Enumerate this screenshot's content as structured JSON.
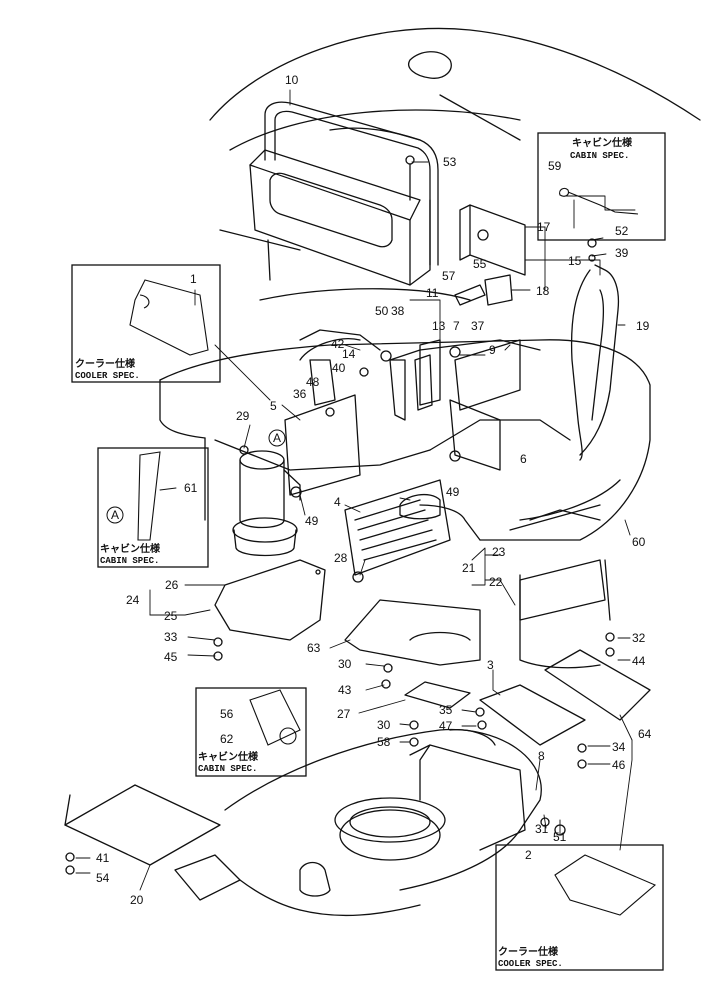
{
  "numbers": [
    "1",
    "2",
    "3",
    "4",
    "5",
    "6",
    "7",
    "8",
    "9",
    "10",
    "11",
    "13",
    "14",
    "15",
    "17",
    "18",
    "19",
    "20",
    "21",
    "22",
    "23",
    "24",
    "25",
    "26",
    "27",
    "28",
    "29",
    "30",
    "30",
    "31",
    "32",
    "33",
    "34",
    "35",
    "36",
    "37",
    "38",
    "39",
    "40",
    "41",
    "42",
    "43",
    "44",
    "45",
    "46",
    "47",
    "48",
    "49",
    "49",
    "50",
    "51",
    "52",
    "53",
    "54",
    "55",
    "56",
    "57",
    "58",
    "59",
    "60",
    "61",
    "62",
    "63",
    "64"
  ],
  "marker_a": "A",
  "insets": {
    "cabin_top": {
      "title": "キャビン仕様",
      "sub": "CABIN SPEC."
    },
    "cooler_left": {
      "title": "クーラー仕様",
      "sub": "COOLER SPEC."
    },
    "cabin_left": {
      "title": "キャビン仕様",
      "sub": "CABIN SPEC."
    },
    "cabin_bottom": {
      "title": "キャビン仕様",
      "sub": "CABIN SPEC."
    },
    "cooler_bottom": {
      "title": "クーラー仕様",
      "sub": "COOLER SPEC."
    }
  }
}
